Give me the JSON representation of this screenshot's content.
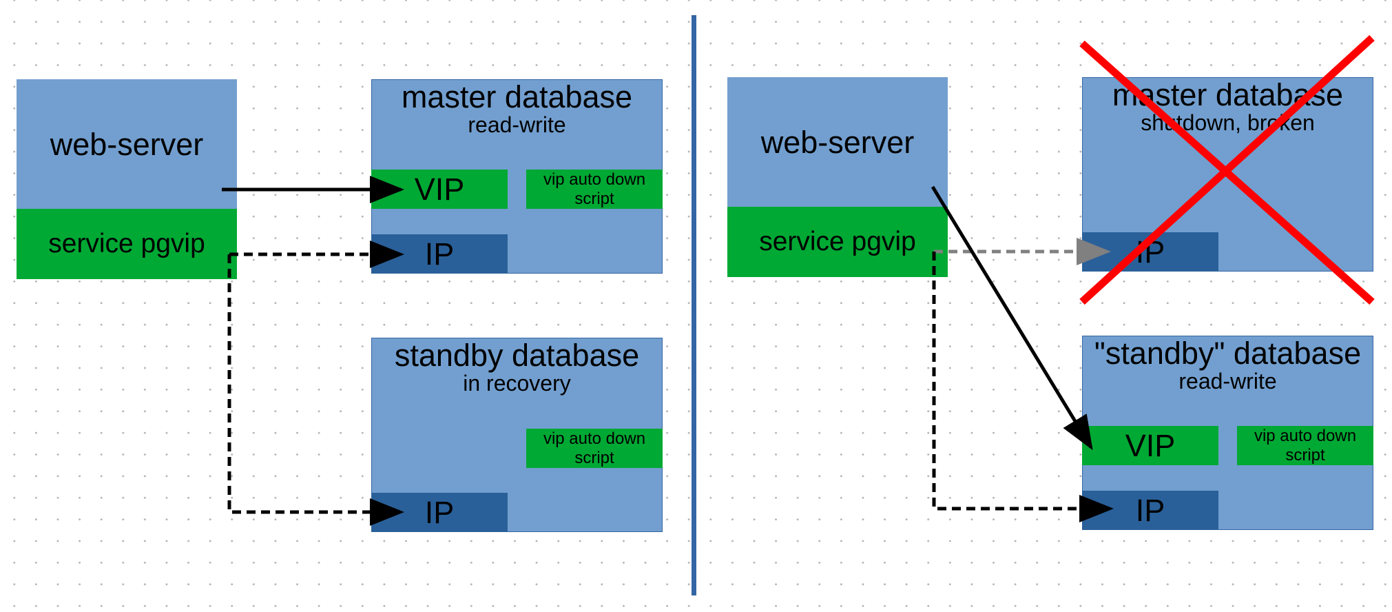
{
  "colors": {
    "server_blue": "#729fcf",
    "ip_blue": "#2a6099",
    "service_green": "#00a933",
    "divider": "#3465a4",
    "cross_red": "#ff0000",
    "failed_link_gray": "#808080"
  },
  "left": {
    "web_server": {
      "label": "web-server",
      "service": "service pgvip"
    },
    "master": {
      "title": "master database",
      "subtitle": "read-write",
      "vip": "VIP",
      "vip_script": "vip auto down script",
      "ip": "IP"
    },
    "standby": {
      "title": "standby database",
      "subtitle": "in recovery",
      "vip_script": "vip auto down script",
      "ip": "IP"
    }
  },
  "right": {
    "web_server": {
      "label": "web-server",
      "service": "service pgvip"
    },
    "master": {
      "title": "master database",
      "subtitle": "shutdown, broken",
      "ip": "IP",
      "status_icon": "red-cross"
    },
    "standby": {
      "title": "\"standby\" database",
      "subtitle": "read-write",
      "vip": "VIP",
      "vip_script": "vip auto down script",
      "ip": "IP"
    }
  }
}
